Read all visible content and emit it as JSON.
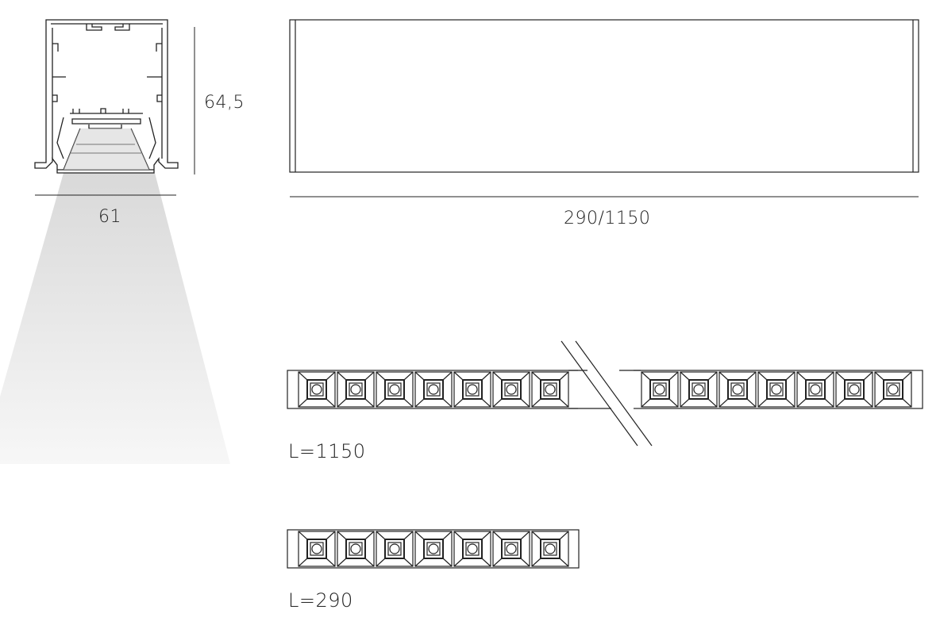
{
  "profile": {
    "height_label": "64,5",
    "width_label": "61"
  },
  "side_view": {
    "length_label": "290/1150"
  },
  "strips": [
    {
      "label": "L=1150",
      "led_count_visible": 14
    },
    {
      "label": "L=290",
      "led_count_visible": 7
    }
  ],
  "colors": {
    "line": "#222222",
    "beam": "#e6e6e6"
  }
}
